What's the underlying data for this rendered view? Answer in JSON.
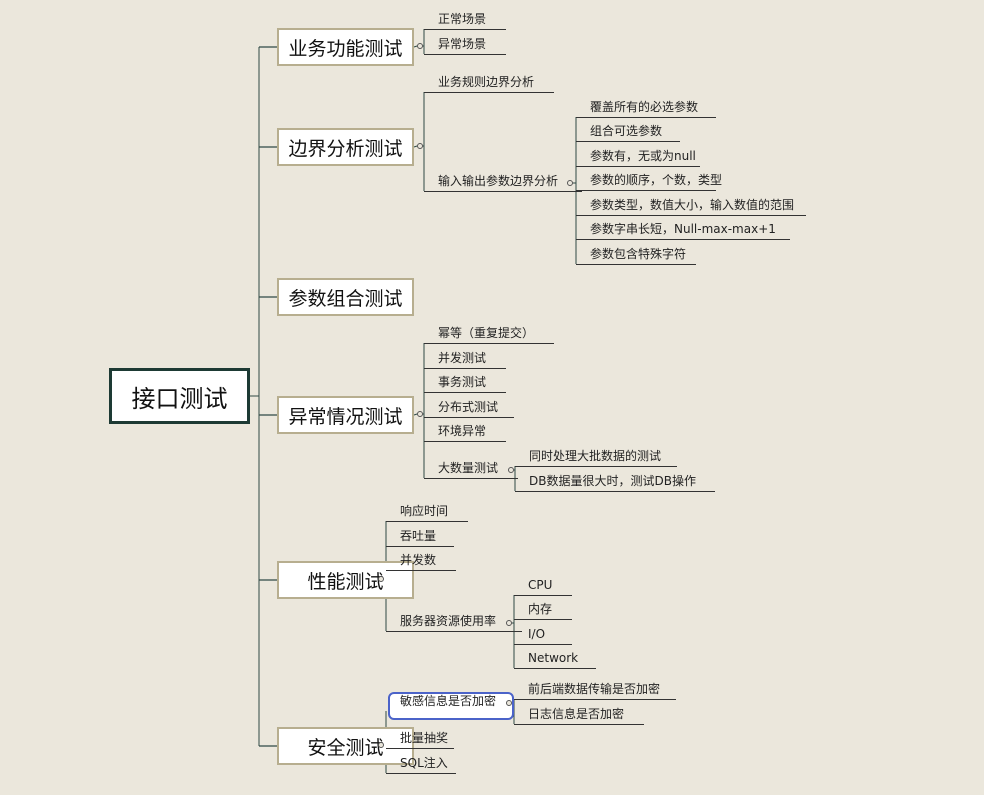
{
  "root": {
    "label": "接口测试"
  },
  "branches": [
    {
      "label": "业务功能测试",
      "children": [
        {
          "label": "正常场景"
        },
        {
          "label": "异常场景"
        }
      ]
    },
    {
      "label": "边界分析测试",
      "children": [
        {
          "label": "业务规则边界分析"
        },
        {
          "label": "输入输出参数边界分析",
          "children": [
            {
              "label": "覆盖所有的必选参数"
            },
            {
              "label": "组合可选参数"
            },
            {
              "label": "参数有，无或为null"
            },
            {
              "label": "参数的顺序，个数，类型"
            },
            {
              "label": "参数类型，数值大小，输入数值的范围"
            },
            {
              "label": "参数字串长短，Null-max-max+1"
            },
            {
              "label": "参数包含特殊字符"
            }
          ]
        }
      ]
    },
    {
      "label": "参数组合测试",
      "children": []
    },
    {
      "label": "异常情况测试",
      "children": [
        {
          "label": "幂等（重复提交）"
        },
        {
          "label": "并发测试"
        },
        {
          "label": "事务测试"
        },
        {
          "label": "分布式测试"
        },
        {
          "label": "环境异常"
        },
        {
          "label": "大数量测试",
          "children": [
            {
              "label": "同时处理大批数据的测试"
            },
            {
              "label": "DB数据量很大时，测试DB操作"
            }
          ]
        }
      ]
    },
    {
      "label": "性能测试",
      "children": [
        {
          "label": "响应时间"
        },
        {
          "label": "吞吐量"
        },
        {
          "label": "并发数"
        },
        {
          "label": "服务器资源使用率",
          "children": [
            {
              "label": "CPU"
            },
            {
              "label": "内存"
            },
            {
              "label": "I/O"
            },
            {
              "label": "Network"
            }
          ]
        }
      ]
    },
    {
      "label": "安全测试",
      "children": [
        {
          "label": "敏感信息是否加密",
          "selected": true,
          "children": [
            {
              "label": "前后端数据传输是否加密"
            },
            {
              "label": "日志信息是否加密"
            }
          ]
        },
        {
          "label": "批量抽奖"
        },
        {
          "label": "SQL注入"
        }
      ]
    }
  ]
}
